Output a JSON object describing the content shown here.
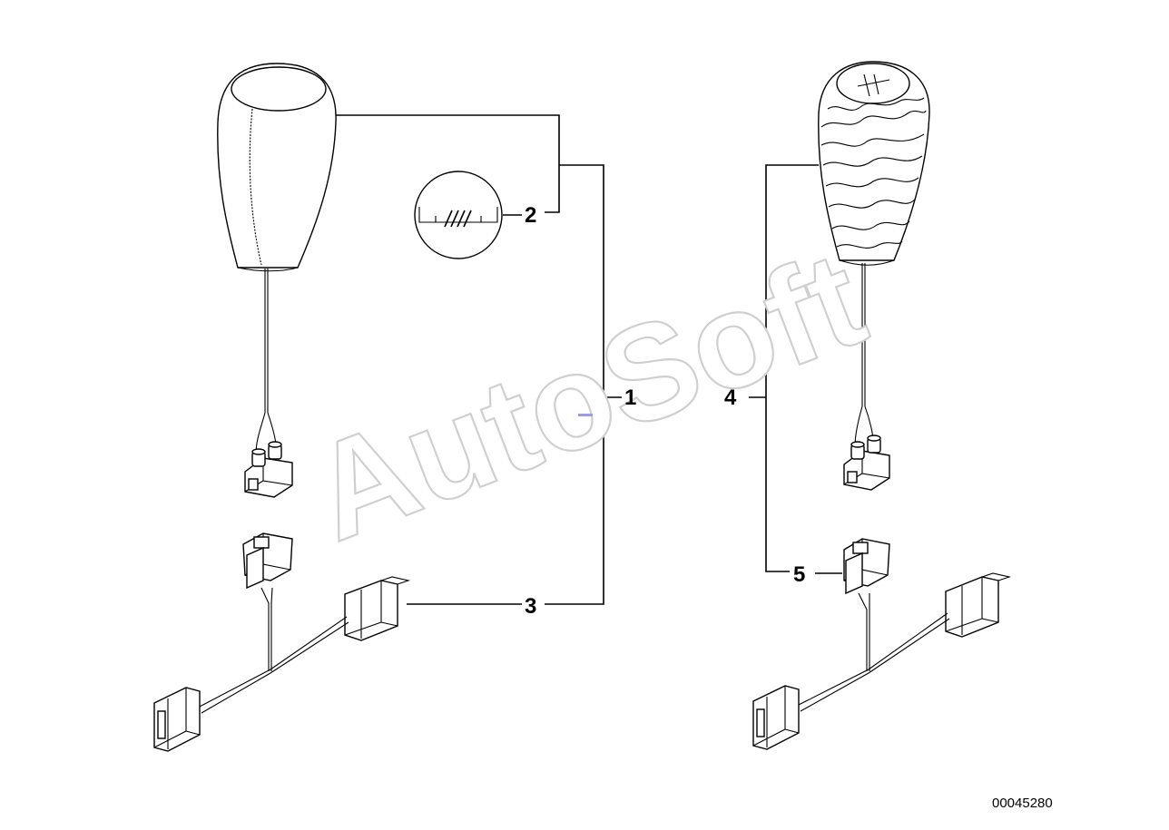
{
  "diagram": {
    "watermark": "AutoSoft",
    "document_number": "00045280",
    "callouts": [
      {
        "id": "c1",
        "label": "1"
      },
      {
        "id": "c2",
        "label": "2"
      },
      {
        "id": "c3",
        "label": "3"
      },
      {
        "id": "c4",
        "label": "4"
      },
      {
        "id": "c5",
        "label": "5"
      }
    ],
    "parts": [
      {
        "name": "leather-gear-knob-left",
        "callout": "1"
      },
      {
        "name": "m-emblem-badge",
        "callout": "2"
      },
      {
        "name": "adapter-cable-left",
        "callout": "3"
      },
      {
        "name": "wood-gear-knob-right",
        "callout": "4"
      },
      {
        "name": "adapter-cable-right",
        "callout": "5"
      }
    ],
    "colors": {
      "line": "#000000",
      "watermark_outline": "#cfcfcf",
      "accent_mark": "#9a9aee"
    }
  }
}
